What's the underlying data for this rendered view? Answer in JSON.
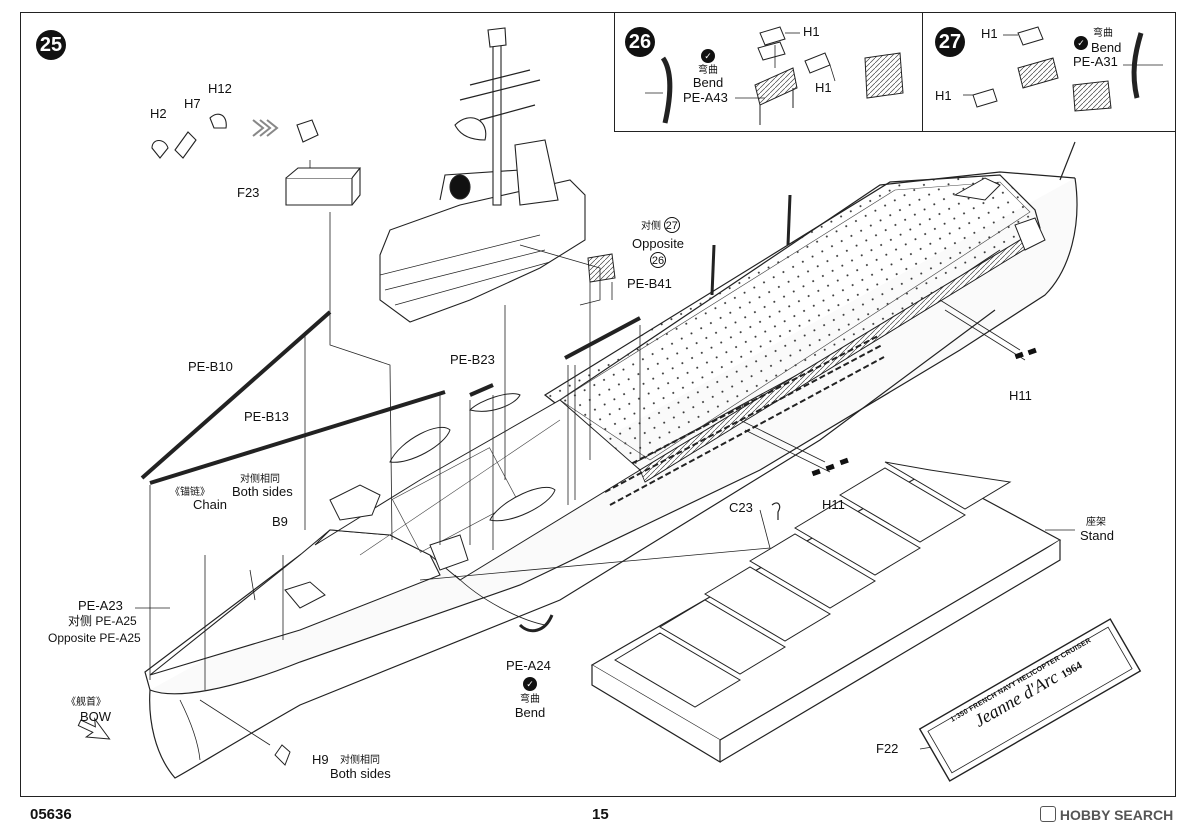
{
  "steps": {
    "main": "25",
    "inset_a": "26",
    "inset_b": "27"
  },
  "labels": {
    "h2": "H2",
    "h7": "H7",
    "h12": "H12",
    "f23": "F23",
    "pe_b10": "PE-B10",
    "pe_b13": "PE-B13",
    "pe_b23": "PE-B23",
    "pe_b41": "PE-B41",
    "opposite_cn": "对侧",
    "opposite_en": "Opposite",
    "ref27": "27",
    "ref26": "26",
    "both_sides_cn": "对侧相同",
    "both_sides_en": "Both sides",
    "chain_cn": "《锚链》",
    "chain_en": "Chain",
    "b9": "B9",
    "pe_a23": "PE-A23",
    "pe_a25_cn": "对侧 PE-A25",
    "pe_a25_en": "Opposite PE-A25",
    "bow_cn": "《舰首》",
    "bow_en": "BOW",
    "h9": "H9",
    "h9_both_cn": "对侧相同",
    "h9_both_en": "Both sides",
    "pe_a24": "PE-A24",
    "bend_cn": "弯曲",
    "bend_en": "Bend",
    "c23": "C23",
    "h11_a": "H11",
    "h11_b": "H11",
    "stand_cn": "座架",
    "stand_en": "Stand",
    "f22": "F22",
    "plaque_line1": "1:350 FRENCH NAVY HELICOPTER CRUISER",
    "plaque_line2": "Jeanne d'Arc",
    "plaque_year": "1964"
  },
  "inset26": {
    "h1_top": "H1",
    "h1_right": "H1",
    "bend_cn": "弯曲",
    "bend_en": "Bend",
    "pe_a43": "PE-A43"
  },
  "inset27": {
    "h1_top": "H1",
    "h1_bottom": "H1",
    "bend_cn": "弯曲",
    "bend_en": "Bend",
    "pe_a31": "PE-A31"
  },
  "footer": {
    "code": "05636",
    "page": "15",
    "watermark": "HOBBY SEARCH"
  }
}
